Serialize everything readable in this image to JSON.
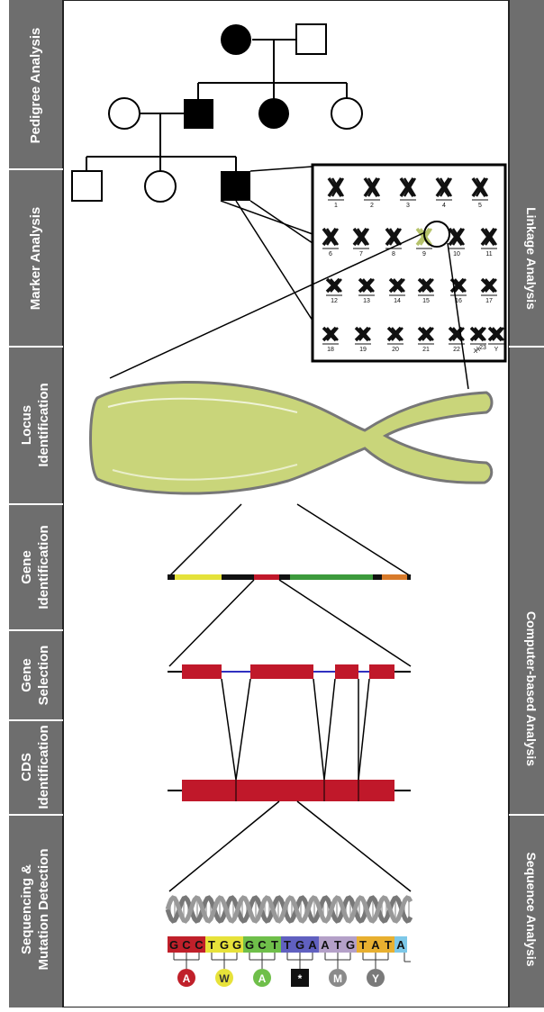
{
  "left_stages": [
    {
      "lines": [
        "Pedigree Analysis"
      ]
    },
    {
      "lines": [
        "Marker Analysis"
      ]
    },
    {
      "lines": [
        "Locus",
        "Identification"
      ]
    },
    {
      "lines": [
        "Gene",
        "Identification"
      ]
    },
    {
      "lines": [
        "Gene",
        "Selection"
      ]
    },
    {
      "lines": [
        "CDS",
        "Identification"
      ]
    },
    {
      "lines": [
        "Sequencing &",
        "Mutation Detection"
      ]
    }
  ],
  "right_stages": [
    {
      "label": "Linkage Analysis"
    },
    {
      "label": "Computer-based Analysis"
    },
    {
      "label": "Sequence Analysis"
    }
  ],
  "karyotype": {
    "labels": [
      "1",
      "2",
      "3",
      "4",
      "5",
      "6",
      "7",
      "8",
      "9",
      "10",
      "11",
      "12",
      "13",
      "14",
      "15",
      "16",
      "17",
      "18",
      "19",
      "20",
      "21",
      "22",
      "X",
      "23",
      "Y"
    ]
  },
  "dna": {
    "bases": [
      "G",
      "C",
      "C",
      "T",
      "G",
      "G",
      "G",
      "C",
      "T",
      "T",
      "G",
      "A",
      "A",
      "T",
      "G",
      "T",
      "A",
      "T",
      "A"
    ],
    "base_colors": [
      "#c0202a",
      "#c0202a",
      "#c0202a",
      "#e7e23a",
      "#e7e23a",
      "#e7e23a",
      "#6fbf4a",
      "#6fbf4a",
      "#6fbf4a",
      "#6060c0",
      "#6060c0",
      "#6060c0",
      "#b4a0c8",
      "#b4a0c8",
      "#b4a0c8",
      "#e8b030",
      "#e8b030",
      "#e8b030",
      "#7dc8e8"
    ],
    "amino_acids": [
      {
        "letter": "A",
        "color": "#c0202a"
      },
      {
        "letter": "W",
        "color": "#e7e23a"
      },
      {
        "letter": "A",
        "color": "#6fbf4a"
      },
      {
        "letter": "*",
        "color": "#111111"
      },
      {
        "letter": "M",
        "color": "#8a8a8a"
      },
      {
        "letter": "Y",
        "color": "#7a7a7a"
      }
    ]
  },
  "colors": {
    "sidebar": "#6e6e6e",
    "chromosome": "#c9d57a",
    "exon": "#c0182a",
    "intron": "#3030c0"
  }
}
